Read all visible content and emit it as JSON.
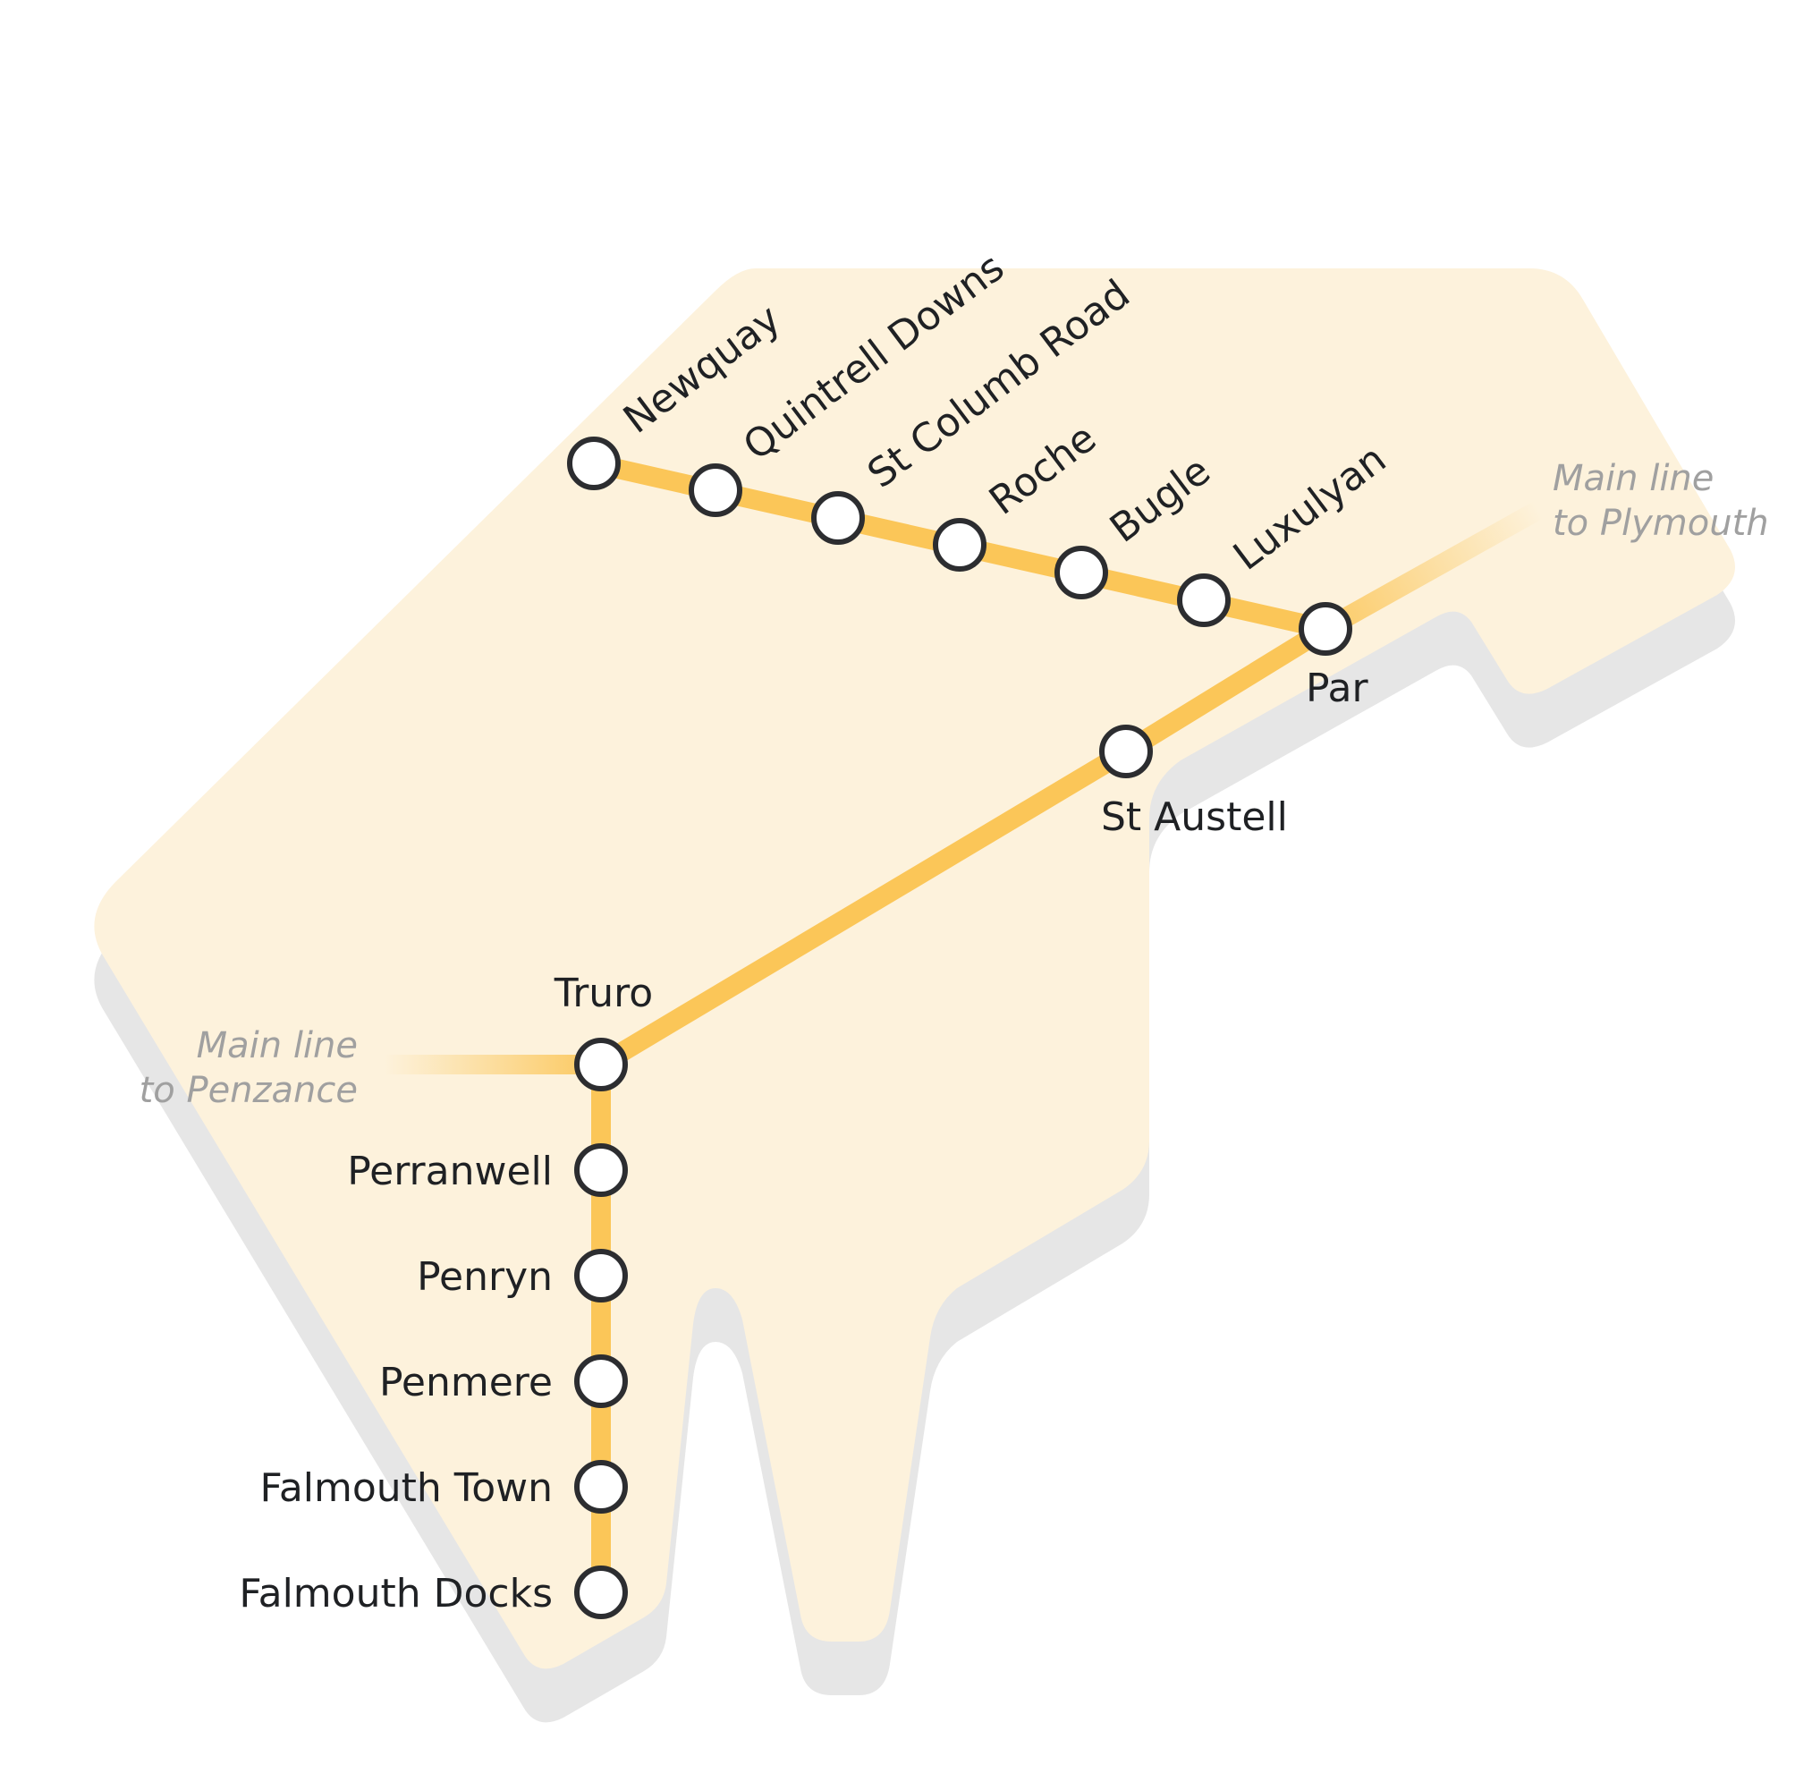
{
  "colors": {
    "background": "#ffffff",
    "region_fill": "#fdf2dc",
    "region_shadow": "#e6e6e6",
    "line": "#fbc658",
    "station_stroke": "#2c2d30",
    "note_text": "#a0a0a0",
    "label_text": "#1f2124"
  },
  "stations": [
    {
      "id": "newquay",
      "name": "Newquay"
    },
    {
      "id": "quintrell-downs",
      "name": "Quintrell Downs"
    },
    {
      "id": "st-columb-road",
      "name": "St Columb Road"
    },
    {
      "id": "roche",
      "name": "Roche"
    },
    {
      "id": "bugle",
      "name": "Bugle"
    },
    {
      "id": "luxulyan",
      "name": "Luxulyan"
    },
    {
      "id": "par",
      "name": "Par"
    },
    {
      "id": "st-austell",
      "name": "St Austell"
    },
    {
      "id": "truro",
      "name": "Truro"
    },
    {
      "id": "perranwell",
      "name": "Perranwell"
    },
    {
      "id": "penryn",
      "name": "Penryn"
    },
    {
      "id": "penmere",
      "name": "Penmere"
    },
    {
      "id": "falmouth-town",
      "name": "Falmouth Town"
    },
    {
      "id": "falmouth-docks",
      "name": "Falmouth Docks"
    }
  ],
  "notes": {
    "plymouth": {
      "line1": "Main line",
      "line2": "to Plymouth"
    },
    "penzance": {
      "line1": "Main line",
      "line2": "to Penzance"
    }
  }
}
